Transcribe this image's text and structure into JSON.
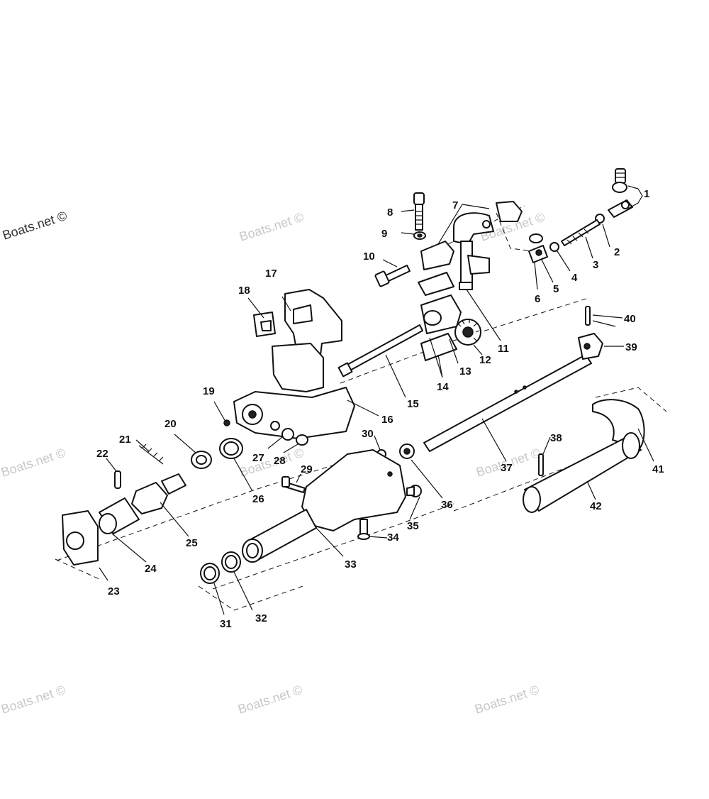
{
  "watermarks": [
    "Boats.net ©",
    "Boats.net ©",
    "Boats.net ©",
    "Boats.net ©",
    "Boats.net ©",
    "Boats.net ©",
    "Boats.net ©",
    "Boats.net ©"
  ],
  "callouts": [
    "1",
    "2",
    "3",
    "4",
    "5",
    "6",
    "7",
    "8",
    "9",
    "10",
    "11",
    "12",
    "13",
    "14",
    "15",
    "16",
    "17",
    "18",
    "19",
    "20",
    "21",
    "22",
    "23",
    "24",
    "25",
    "26",
    "27",
    "28",
    "29",
    "30",
    "31",
    "32",
    "33",
    "34",
    "35",
    "36",
    "37",
    "38",
    "39",
    "40",
    "41",
    "42"
  ]
}
